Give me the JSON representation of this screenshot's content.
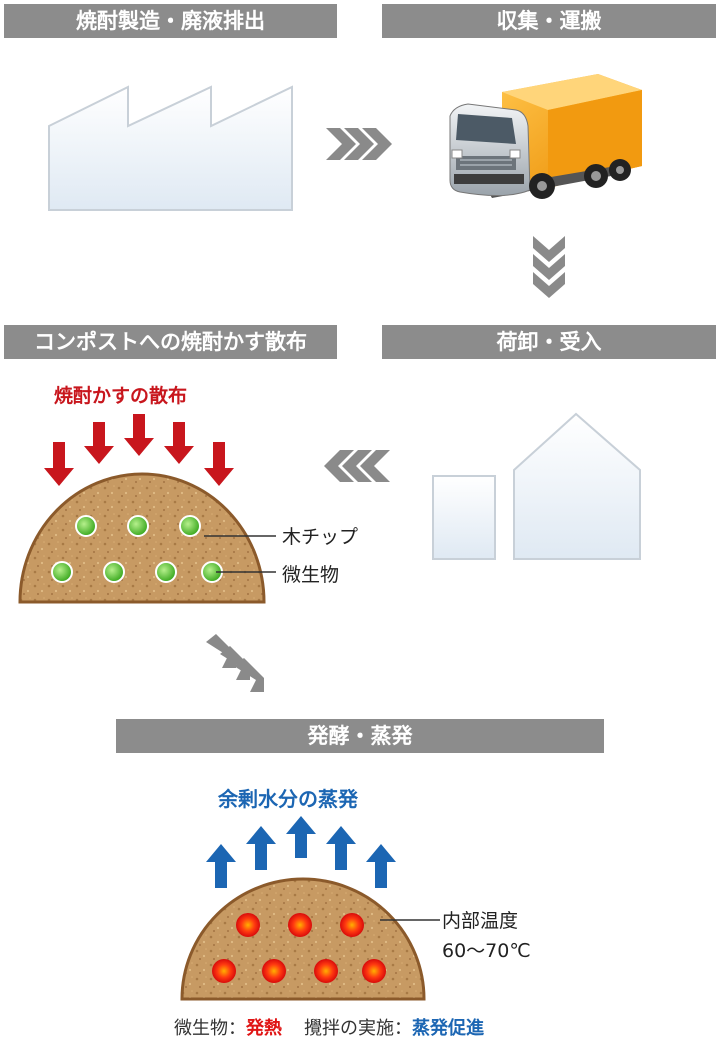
{
  "steps": {
    "s1": "焼酎製造・廃液排出",
    "s2": "収集・運搬",
    "s3": "コンポストへの焼酎かす散布",
    "s4": "荷卸・受入",
    "s5": "発酵・蒸発"
  },
  "spread": {
    "title": "焼酎かすの散布",
    "wood_chip": "木チップ",
    "microbes": "微生物"
  },
  "ferment": {
    "title": "余剰水分の蒸発",
    "internal_temp": "内部温度",
    "temp_range": "60〜70℃",
    "note_label1": "微生物：",
    "note_value1": "発熱",
    "note_label2": "攪拌の実施：",
    "note_value2": "蒸発促進"
  },
  "colors": {
    "header_bg": "#8c8c8c",
    "red_arrow": "#c8161d",
    "blue_arrow": "#1c66b3",
    "microbe_green": "#52c234",
    "microbe_hot": "#e01414",
    "compost": "#c79a63"
  },
  "icons": [
    "factory-icon",
    "truck-icon",
    "warehouse-icon",
    "compost-pile-icon",
    "chevron-arrows-icon"
  ]
}
